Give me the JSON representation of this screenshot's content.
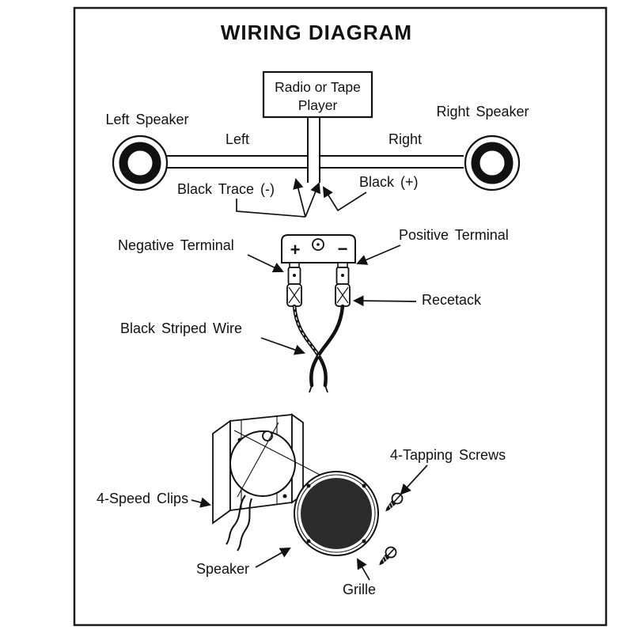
{
  "title": "WIRING DIAGRAM",
  "radio_box": {
    "line1": "Radio or Tape",
    "line2": "Player"
  },
  "speakers": {
    "left_label": "Left Speaker",
    "right_label": "Right Speaker",
    "left_channel": "Left",
    "right_channel": "Right",
    "black_trace": "Black Trace (-)",
    "black_plus": "Black (+)"
  },
  "terminals": {
    "negative": "Negative Terminal",
    "positive": "Positive Terminal",
    "receptacle": "Recetack",
    "striped_wire": "Black Striped Wire",
    "plus_symbol": "+",
    "minus_symbol": "−"
  },
  "installation": {
    "speed_clips": "4-Speed Clips",
    "tapping_screws": "4-Tapping Screws",
    "speaker": "Speaker",
    "grille": "Grille"
  }
}
